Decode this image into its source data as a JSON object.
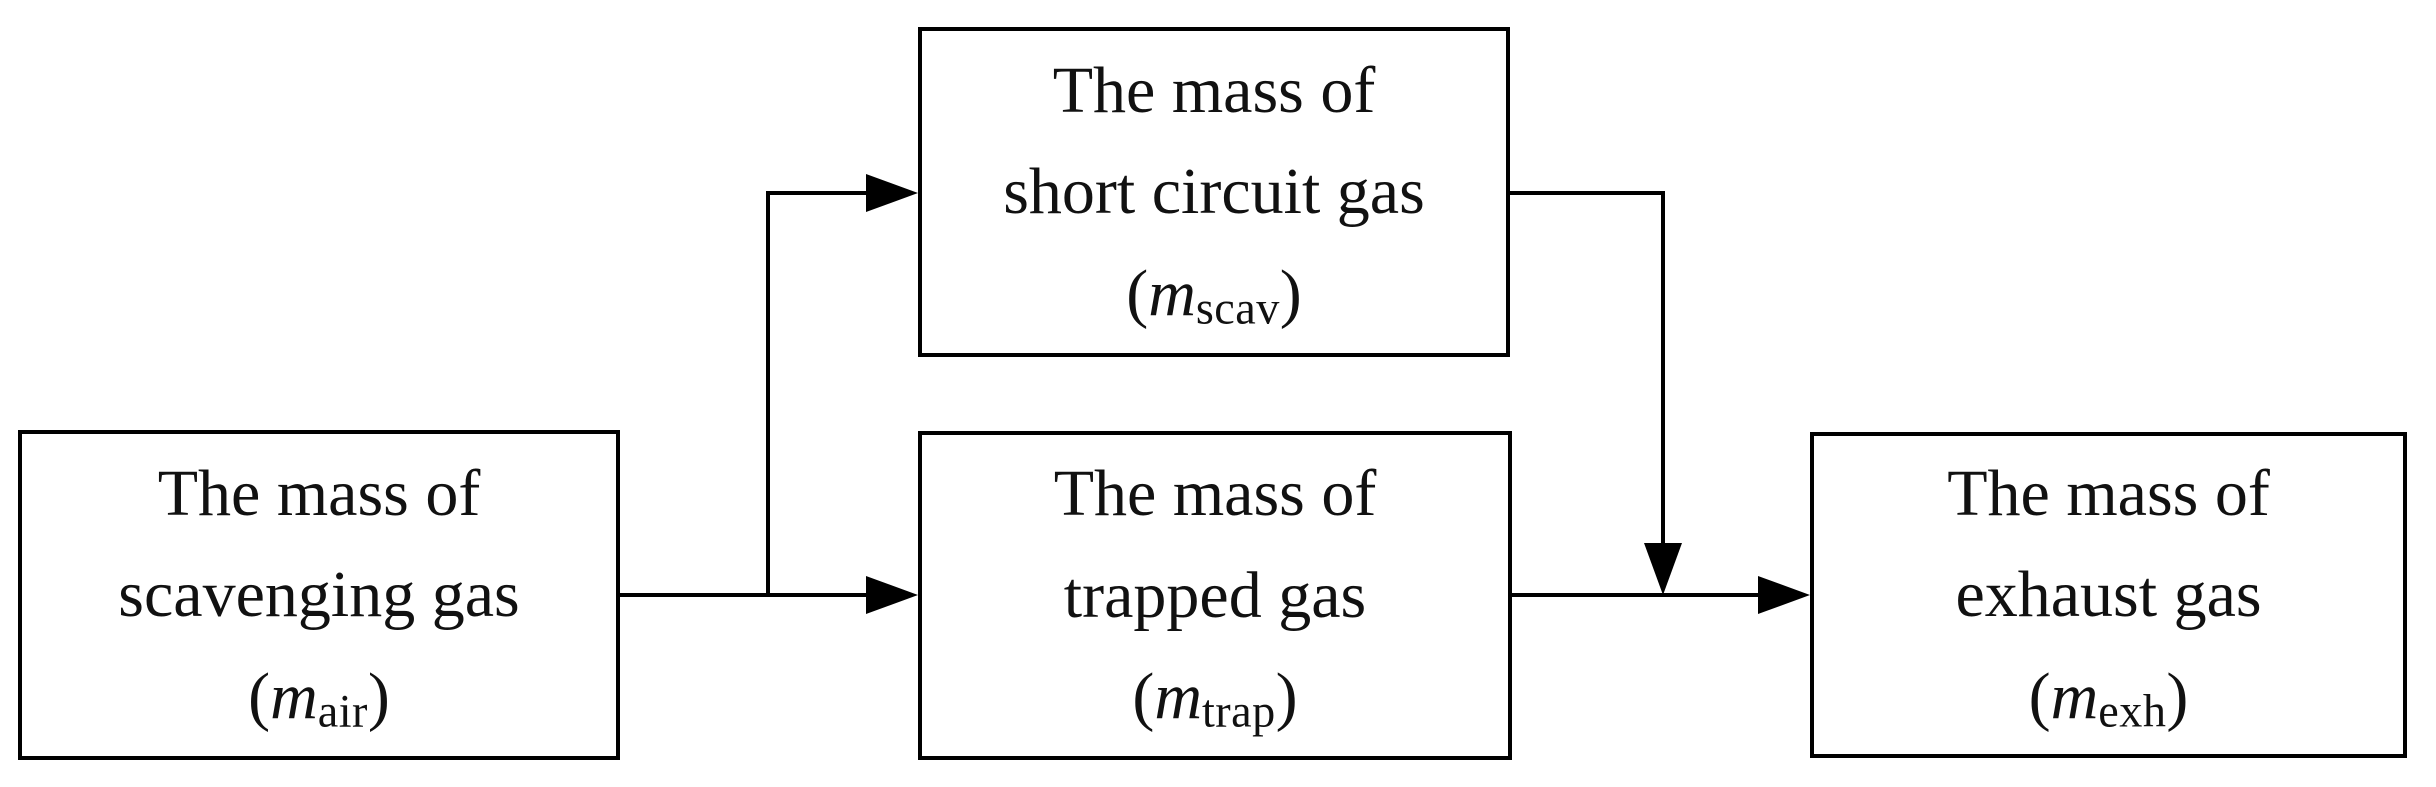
{
  "diagram": {
    "background_color": "#ffffff",
    "line_color": "#000000",
    "text_color": "#111111",
    "nodes": [
      {
        "id": "scavenging-gas",
        "line1": "The mass of",
        "line2": "scavenging gas",
        "formula": {
          "open_paren": "(",
          "variable": "m",
          "subscript": "air",
          "close_paren": ")"
        }
      },
      {
        "id": "short-circuit-gas",
        "line1": "The mass of",
        "line2": "short circuit gas",
        "formula": {
          "open_paren": "(",
          "variable": "m",
          "subscript": "scav",
          "close_paren": ")"
        }
      },
      {
        "id": "trapped-gas",
        "line1": "The mass of",
        "line2": "trapped gas",
        "formula": {
          "open_paren": "(",
          "variable": "m",
          "subscript": "trap",
          "close_paren": ")"
        }
      },
      {
        "id": "exhaust-gas",
        "line1": "The mass of",
        "line2": "exhaust gas",
        "formula": {
          "open_paren": "(",
          "variable": "m",
          "subscript": "exh",
          "close_paren": ")"
        }
      }
    ],
    "edges": [
      {
        "from": "scavenging-gas",
        "to": "short-circuit-gas"
      },
      {
        "from": "scavenging-gas",
        "to": "trapped-gas"
      },
      {
        "from": "short-circuit-gas",
        "to": "exhaust-gas"
      },
      {
        "from": "trapped-gas",
        "to": "exhaust-gas"
      }
    ]
  }
}
